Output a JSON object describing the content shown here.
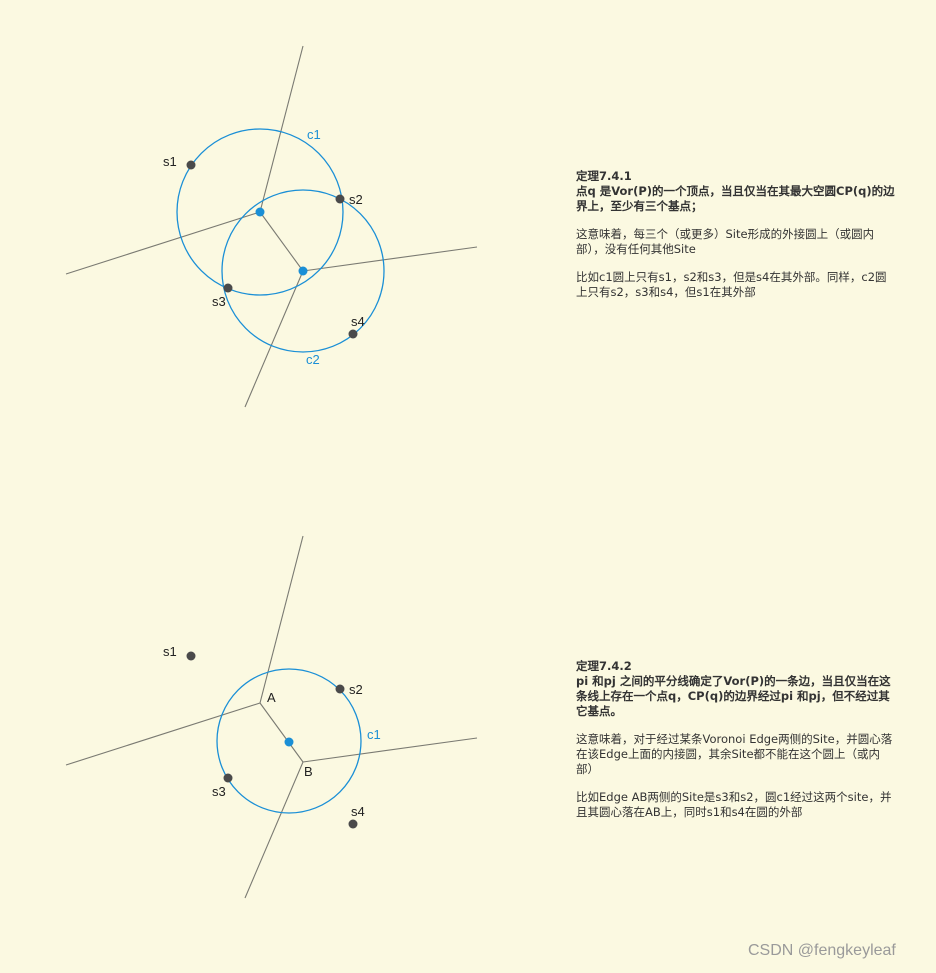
{
  "diagram1": {
    "labels": {
      "s1": "s1",
      "s2": "s2",
      "s3": "s3",
      "s4": "s4",
      "c1": "c1",
      "c2": "c2"
    }
  },
  "diagram2": {
    "labels": {
      "s1": "s1",
      "s2": "s2",
      "s3": "s3",
      "s4": "s4",
      "c1": "c1",
      "A": "A",
      "B": "B"
    }
  },
  "block1": {
    "title": "定理7.4.1",
    "theorem": "点q 是Vor(P)的一个顶点，当且仅当在其最大空圆CP(q)的边界上，至少有三个基点；",
    "para1": "这意味着，每三个（或更多）Site形成的外接圆上（或圆内部），没有任何其他Site",
    "para2": "比如c1圆上只有s1，s2和s3，但是s4在其外部。同样，c2圆上只有s2，s3和s4，但s1在其外部"
  },
  "block2": {
    "title": "定理7.4.2",
    "theorem": "pi 和pj 之间的平分线确定了Vor(P)的一条边，当且仅当在这条线上存在一个点q，CP(q)的边界经过pi 和pj，但不经过其它基点。",
    "para1": "这意味着，对于经过某条Voronoi Edge两侧的Site，并圆心落在该Edge上面的内接圆，其余Site都不能在这个圆上（或内部）",
    "para2": "比如Edge AB两侧的Site是s3和s2，圆c1经过这两个site，并且其圆心落在AB上，同时s1和s4在圆的外部"
  },
  "watermark": "CSDN @fengkeyleaf",
  "colors": {
    "background": "#fbf9e1",
    "circle": "#1a8fd6",
    "edge": "#7a7a72",
    "site": "#4a4a4a",
    "center": "#1a8fd6"
  }
}
